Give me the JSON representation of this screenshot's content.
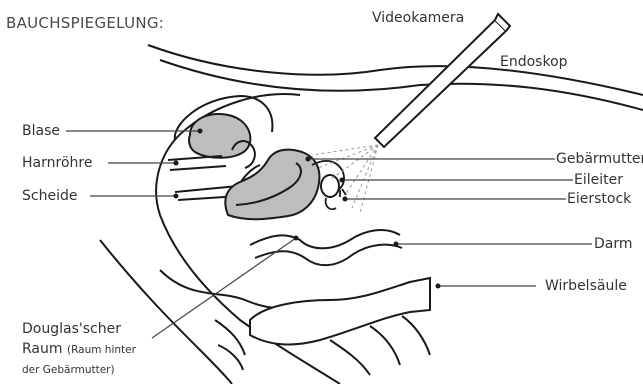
{
  "title": "BAUCHSPIEGELUNG:",
  "instrument_labels": {
    "camera": "Videokamera",
    "endoscope": "Endoskop"
  },
  "left_labels": {
    "bladder": "Blase",
    "urethra": "Harnröhre",
    "vagina": "Scheide"
  },
  "right_labels": {
    "uterus": "Gebärmutter",
    "fallopian_tube": "Eileiter",
    "ovary": "Eierstock",
    "intestine": "Darm",
    "spine": "Wirbelsäule"
  },
  "douglas": {
    "line1": "Douglas'scher",
    "line2_main": "Raum",
    "line2_note": "(Raum hinter",
    "line3_note": "der Gebärmutter)"
  },
  "colors": {
    "outline": "#1a1a1a",
    "organ_fill": "#bdbdbd",
    "label_text": "#333333",
    "leader_line": "#444444"
  }
}
